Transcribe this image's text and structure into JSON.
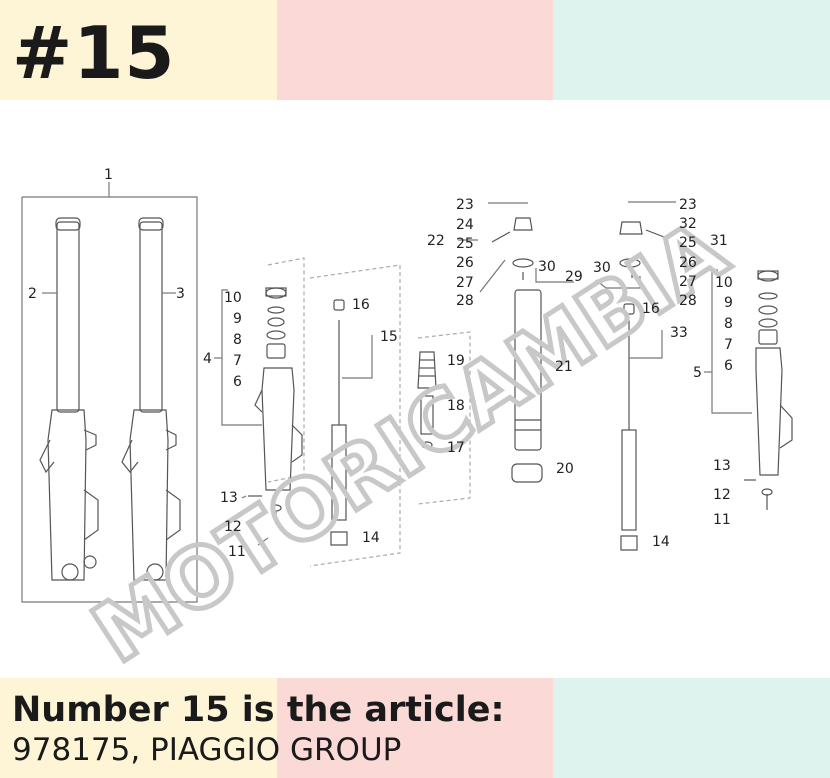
{
  "header": {
    "title": "#15",
    "colors": [
      "#fdf5d6",
      "#fbd9d7",
      "#dff3ee"
    ]
  },
  "diagram": {
    "part_labels": [
      "1",
      "2",
      "3",
      "4",
      "10",
      "9",
      "8",
      "7",
      "6",
      "13",
      "12",
      "11",
      "16",
      "15",
      "14",
      "19",
      "18",
      "17",
      "23",
      "24",
      "22",
      "25",
      "26",
      "27",
      "28",
      "30",
      "29",
      "21",
      "20",
      "23",
      "32",
      "25",
      "31",
      "26",
      "27",
      "28",
      "30",
      "16",
      "33",
      "14",
      "10",
      "9",
      "8",
      "7",
      "6",
      "5",
      "13",
      "12",
      "11"
    ],
    "watermark": "MOTORICAMBIA"
  },
  "footer": {
    "line1": "Number 15 is the article:",
    "line2": "978175, PIAGGIO GROUP"
  }
}
